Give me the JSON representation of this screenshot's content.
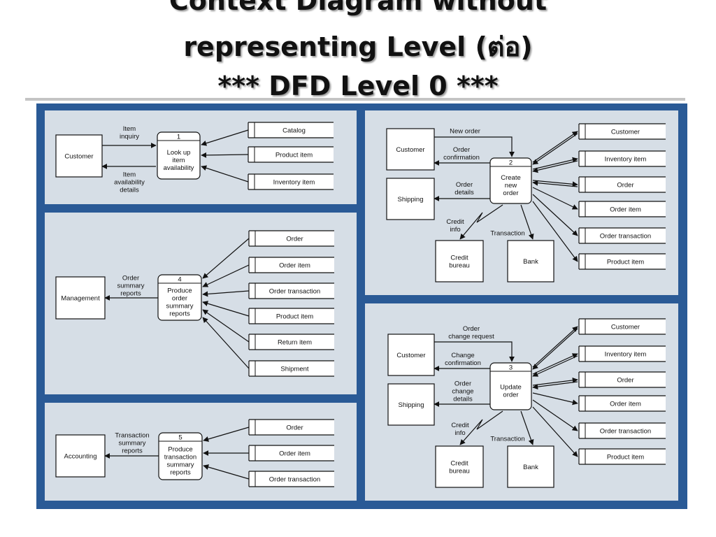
{
  "title_lines": [
    "Context Diagram without",
    "representing Level (ต่อ)",
    "*** DFD Level 0 ***"
  ],
  "colors": {
    "frame": "#2a5a96",
    "panel": "#d6dee6"
  },
  "panels": [
    {
      "process": {
        "number": "1",
        "label": [
          "Look up",
          "item",
          "availability"
        ]
      },
      "entities": [
        "Customer"
      ],
      "stores": [
        "Catalog",
        "Product item",
        "Inventory item"
      ],
      "flows": [
        [
          "Item",
          "inquiry"
        ],
        [
          "Item",
          "availability",
          "details"
        ]
      ]
    },
    {
      "process": {
        "number": "2",
        "label": [
          "Create",
          "new",
          "order"
        ]
      },
      "entities": [
        "Customer",
        "Shipping",
        "Credit bureau",
        "Bank"
      ],
      "stores": [
        "Customer",
        "Inventory item",
        "Order",
        "Order item",
        "Order transaction",
        "Product item"
      ],
      "flows": [
        [
          "New order"
        ],
        [
          "Order",
          "confirmation"
        ],
        [
          "Order",
          "details"
        ],
        [
          "Credit",
          "info"
        ],
        [
          "Transaction"
        ]
      ]
    },
    {
      "process": {
        "number": "4",
        "label": [
          "Produce",
          "order",
          "summary",
          "reports"
        ]
      },
      "entities": [
        "Management"
      ],
      "stores": [
        "Order",
        "Order item",
        "Order transaction",
        "Product item",
        "Return item",
        "Shipment"
      ],
      "flows": [
        [
          "Order",
          "summary",
          "reports"
        ]
      ]
    },
    {
      "process": {
        "number": "3",
        "label": [
          "Update",
          "order"
        ]
      },
      "entities": [
        "Customer",
        "Shipping",
        "Credit bureau",
        "Bank"
      ],
      "stores": [
        "Customer",
        "Inventory item",
        "Order",
        "Order item",
        "Order transaction",
        "Product item"
      ],
      "flows": [
        [
          "Order",
          "change request"
        ],
        [
          "Change",
          "confirmation"
        ],
        [
          "Order",
          "change",
          "details"
        ],
        [
          "Credit",
          "info"
        ],
        [
          "Transaction"
        ]
      ]
    },
    {
      "process": {
        "number": "5",
        "label": [
          "Produce",
          "transaction",
          "summary",
          "reports"
        ]
      },
      "entities": [
        "Accounting"
      ],
      "stores": [
        "Order",
        "Order item",
        "Order transaction"
      ],
      "flows": [
        [
          "Transaction",
          "summary",
          "reports"
        ]
      ]
    }
  ]
}
